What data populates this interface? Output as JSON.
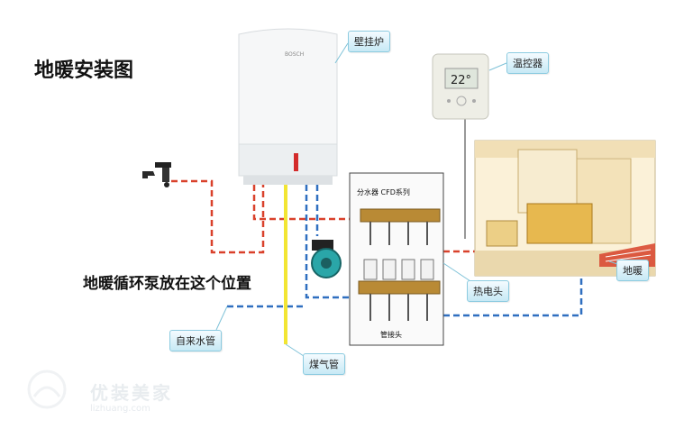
{
  "title": "地暖安装图",
  "pump_note": "地暖循环泵放在这个位置",
  "labels": {
    "boiler": "壁挂炉",
    "thermostat": "温控器",
    "tap_water": "自来水管",
    "gas_pipe": "煤气管",
    "thermal_actuator": "热电头",
    "floor_heating": "地暖",
    "manifold_brand": "分水器 CFD系列",
    "pipe_fitting": "管接头"
  },
  "boiler_brand": "BOSCH",
  "thermostat_display": "22°",
  "watermark": {
    "name": "优装美家",
    "url": "lizhuang.com"
  },
  "colors": {
    "hot_pipe": "#d9412b",
    "cold_pipe": "#2f6fc0",
    "gas_pipe": "#f2e533",
    "callout_bg": "#c7e9f5"
  }
}
